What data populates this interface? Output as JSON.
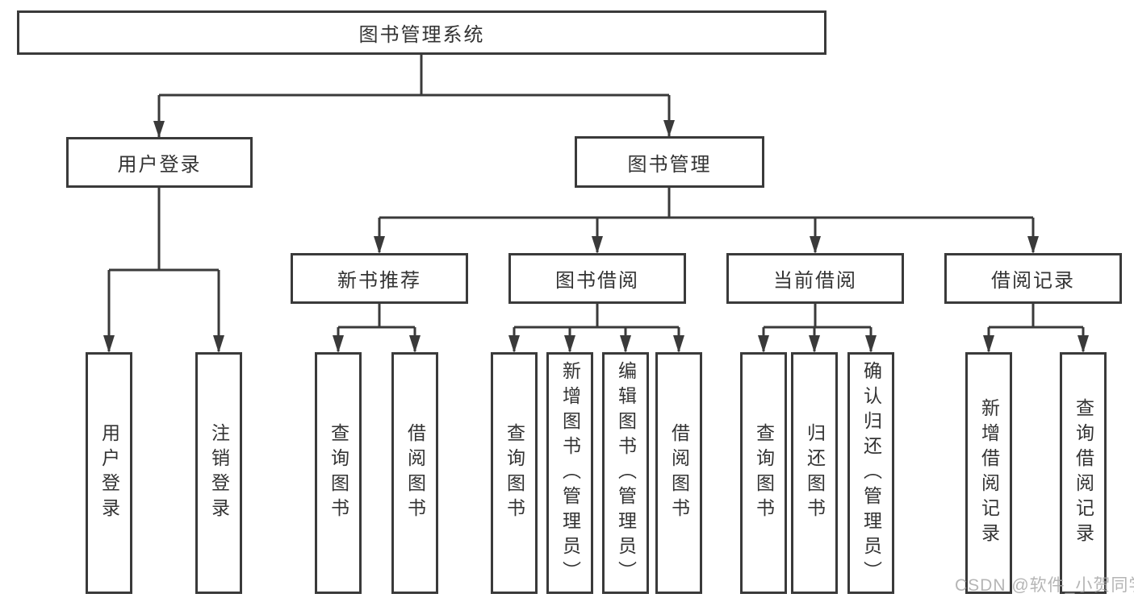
{
  "diagram": {
    "type": "functional-structure-tree",
    "root": {
      "label": "图书管理系统"
    },
    "level2": [
      {
        "label": "用户登录"
      },
      {
        "label": "图书管理"
      }
    ],
    "level3": [
      {
        "label": "新书推荐"
      },
      {
        "label": "图书借阅"
      },
      {
        "label": "当前借阅"
      },
      {
        "label": "借阅记录"
      }
    ],
    "leaves": {
      "login": [
        {
          "label": "用户登录"
        },
        {
          "label": "注销登录"
        }
      ],
      "recommend": [
        {
          "label": "查询图书"
        },
        {
          "label": "借阅图书"
        }
      ],
      "borrow": [
        {
          "label": "查询图书"
        },
        {
          "label": "新增图书（管理员）"
        },
        {
          "label": "编辑图书（管理员）"
        },
        {
          "label": "借阅图书"
        }
      ],
      "current": [
        {
          "label": "查询图书"
        },
        {
          "label": "归还图书"
        },
        {
          "label": "确认归还（管理员）"
        }
      ],
      "records": [
        {
          "label": "新增借阅记录"
        },
        {
          "label": "查询借阅记录"
        }
      ]
    },
    "colors": {
      "line": "#3a3a3a",
      "text": "#333333",
      "background": "#ffffff",
      "watermark": "#a9a9a9"
    }
  },
  "watermark": "CSDN @软件_小贺同学"
}
